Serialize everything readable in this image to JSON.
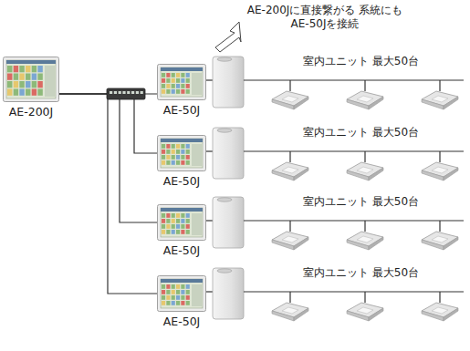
{
  "diagram": {
    "nodes": [
      {
        "text": [
          "AE-200J"
        ]
      },
      {
        "text": [
          "AE-50J"
        ]
      },
      {
        "text": [
          "AE-50J"
        ]
      },
      {
        "text": [
          "AE-50J"
        ]
      },
      {
        "text": [
          "AE-50J"
        ]
      }
    ],
    "edges": [
      {
        "from": 0,
        "to": 1,
        "arrow": "none"
      },
      {
        "from": 0,
        "to": 2,
        "arrow": "none"
      },
      {
        "from": 0,
        "to": 3,
        "arrow": "none"
      },
      {
        "from": 0,
        "to": 4,
        "arrow": "none"
      }
    ],
    "labels": [
      "AE-200Jに直接繋がる 系統にもAE-50Jを接続",
      "室内ユニット 最大50台",
      "室内ユニット 最大50台",
      "室内ユニット 最大50台",
      "室内ユニット 最大50台"
    ]
  }
}
